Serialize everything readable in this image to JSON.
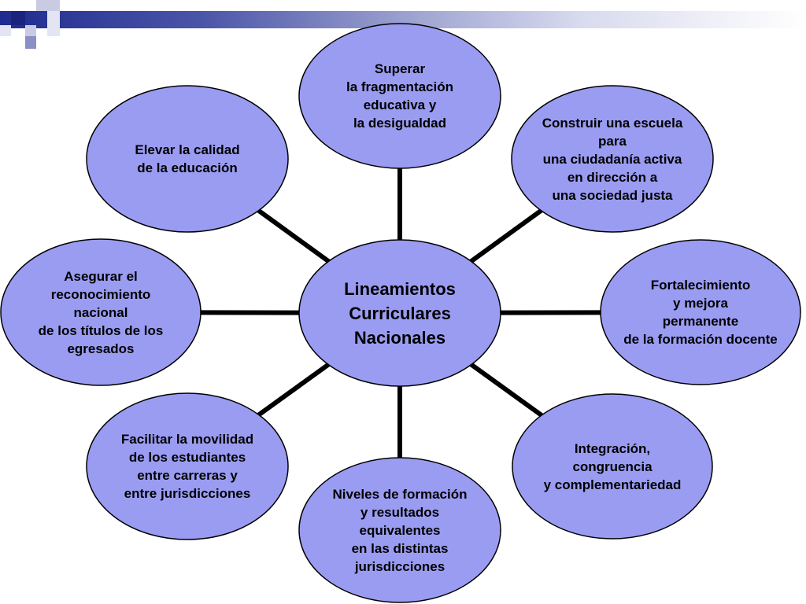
{
  "colors": {
    "ellipse_fill": "#9a9cf2",
    "ellipse_stroke": "#000000",
    "connector": "#000000",
    "header_dark": "#1a237e"
  },
  "center": {
    "label": "Lineamientos\nCurriculares\n Nacionales"
  },
  "nodes": [
    {
      "id": "top",
      "label": "Superar\nla fragmentación\neducativa y\nla desigualdad"
    },
    {
      "id": "top-right",
      "label": "Construir una escuela\npara\nuna ciudadanía activa\nen dirección a\nuna sociedad justa"
    },
    {
      "id": "right",
      "label": "Fortalecimiento\ny mejora\npermanente\nde la formación docente"
    },
    {
      "id": "bottom-right",
      "label": "Integración,\ncongruencia\ny complementariedad"
    },
    {
      "id": "bottom",
      "label": "Niveles de formación\ny resultados\nequivalentes\nen las distintas\n jurisdicciones"
    },
    {
      "id": "bottom-left",
      "label": "Facilitar la movilidad\nde los estudiantes\n entre carreras y\nentre jurisdicciones"
    },
    {
      "id": "left",
      "label": "Asegurar el\nreconocimiento\nnacional\nde los títulos de los\negresados"
    },
    {
      "id": "top-left",
      "label": "Elevar la calidad\nde la  educación"
    }
  ]
}
